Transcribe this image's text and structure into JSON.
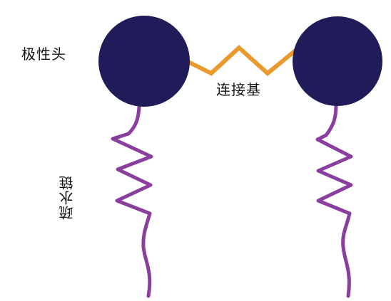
{
  "labels": {
    "polar_head": "极性头",
    "linker": "连接基",
    "hydrophobic_chain": "疏水链"
  },
  "colors": {
    "head": "#1f1c59",
    "linker": "#e89a2f",
    "tail": "#8a3f9f",
    "text": "#111111"
  }
}
